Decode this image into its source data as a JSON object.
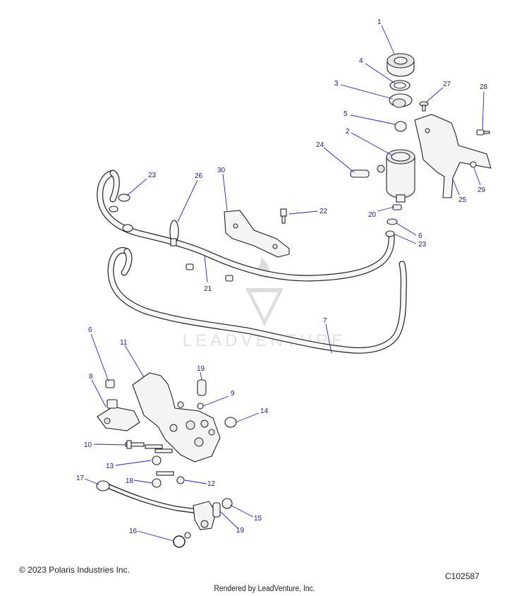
{
  "diagram": {
    "callouts": [
      {
        "label": "1"
      },
      {
        "label": "4"
      },
      {
        "label": "3"
      },
      {
        "label": "27"
      },
      {
        "label": "28"
      },
      {
        "label": "5"
      },
      {
        "label": "2"
      },
      {
        "label": "24"
      },
      {
        "label": "29"
      },
      {
        "label": "25"
      },
      {
        "label": "23"
      },
      {
        "label": "26"
      },
      {
        "label": "30"
      },
      {
        "label": "22"
      },
      {
        "label": "20"
      },
      {
        "label": "6"
      },
      {
        "label": "23"
      },
      {
        "label": "21"
      },
      {
        "label": "7"
      },
      {
        "label": "6"
      },
      {
        "label": "11"
      },
      {
        "label": "8"
      },
      {
        "label": "19"
      },
      {
        "label": "9"
      },
      {
        "label": "14"
      },
      {
        "label": "10"
      },
      {
        "label": "13"
      },
      {
        "label": "17"
      },
      {
        "label": "18"
      },
      {
        "label": "12"
      },
      {
        "label": "15"
      },
      {
        "label": "19"
      },
      {
        "label": "16"
      }
    ],
    "watermark": "LEADVENTURE"
  },
  "footer": {
    "copyright": "© 2023 Polaris Industries Inc.",
    "diagram_id": "C102587",
    "render_credit": "Rendered by LeadVenture, Inc."
  }
}
